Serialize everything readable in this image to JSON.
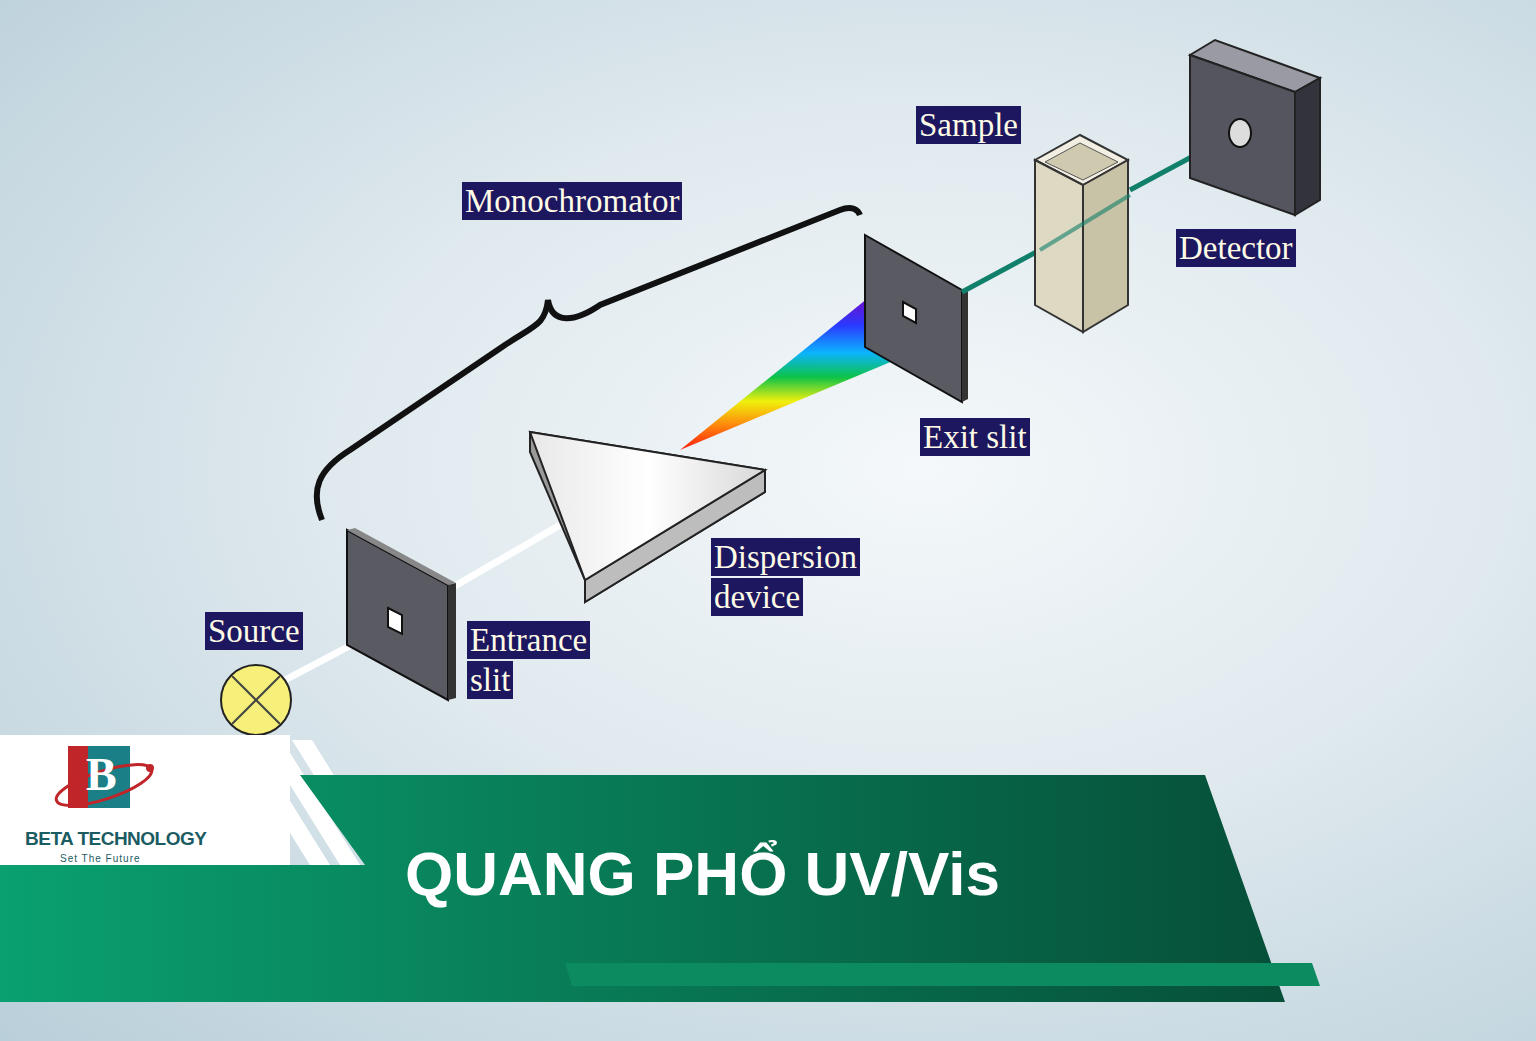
{
  "diagram": {
    "title": "QUANG PHỔ UV/Vis",
    "labels": [
      "Monochromator",
      "Sample",
      "Detector",
      "Exit slit",
      "Dispersion device",
      "Source",
      "Entrance slit",
      "B",
      "BETA TECHNOLOGY",
      "Set The Future"
    ]
  }
}
